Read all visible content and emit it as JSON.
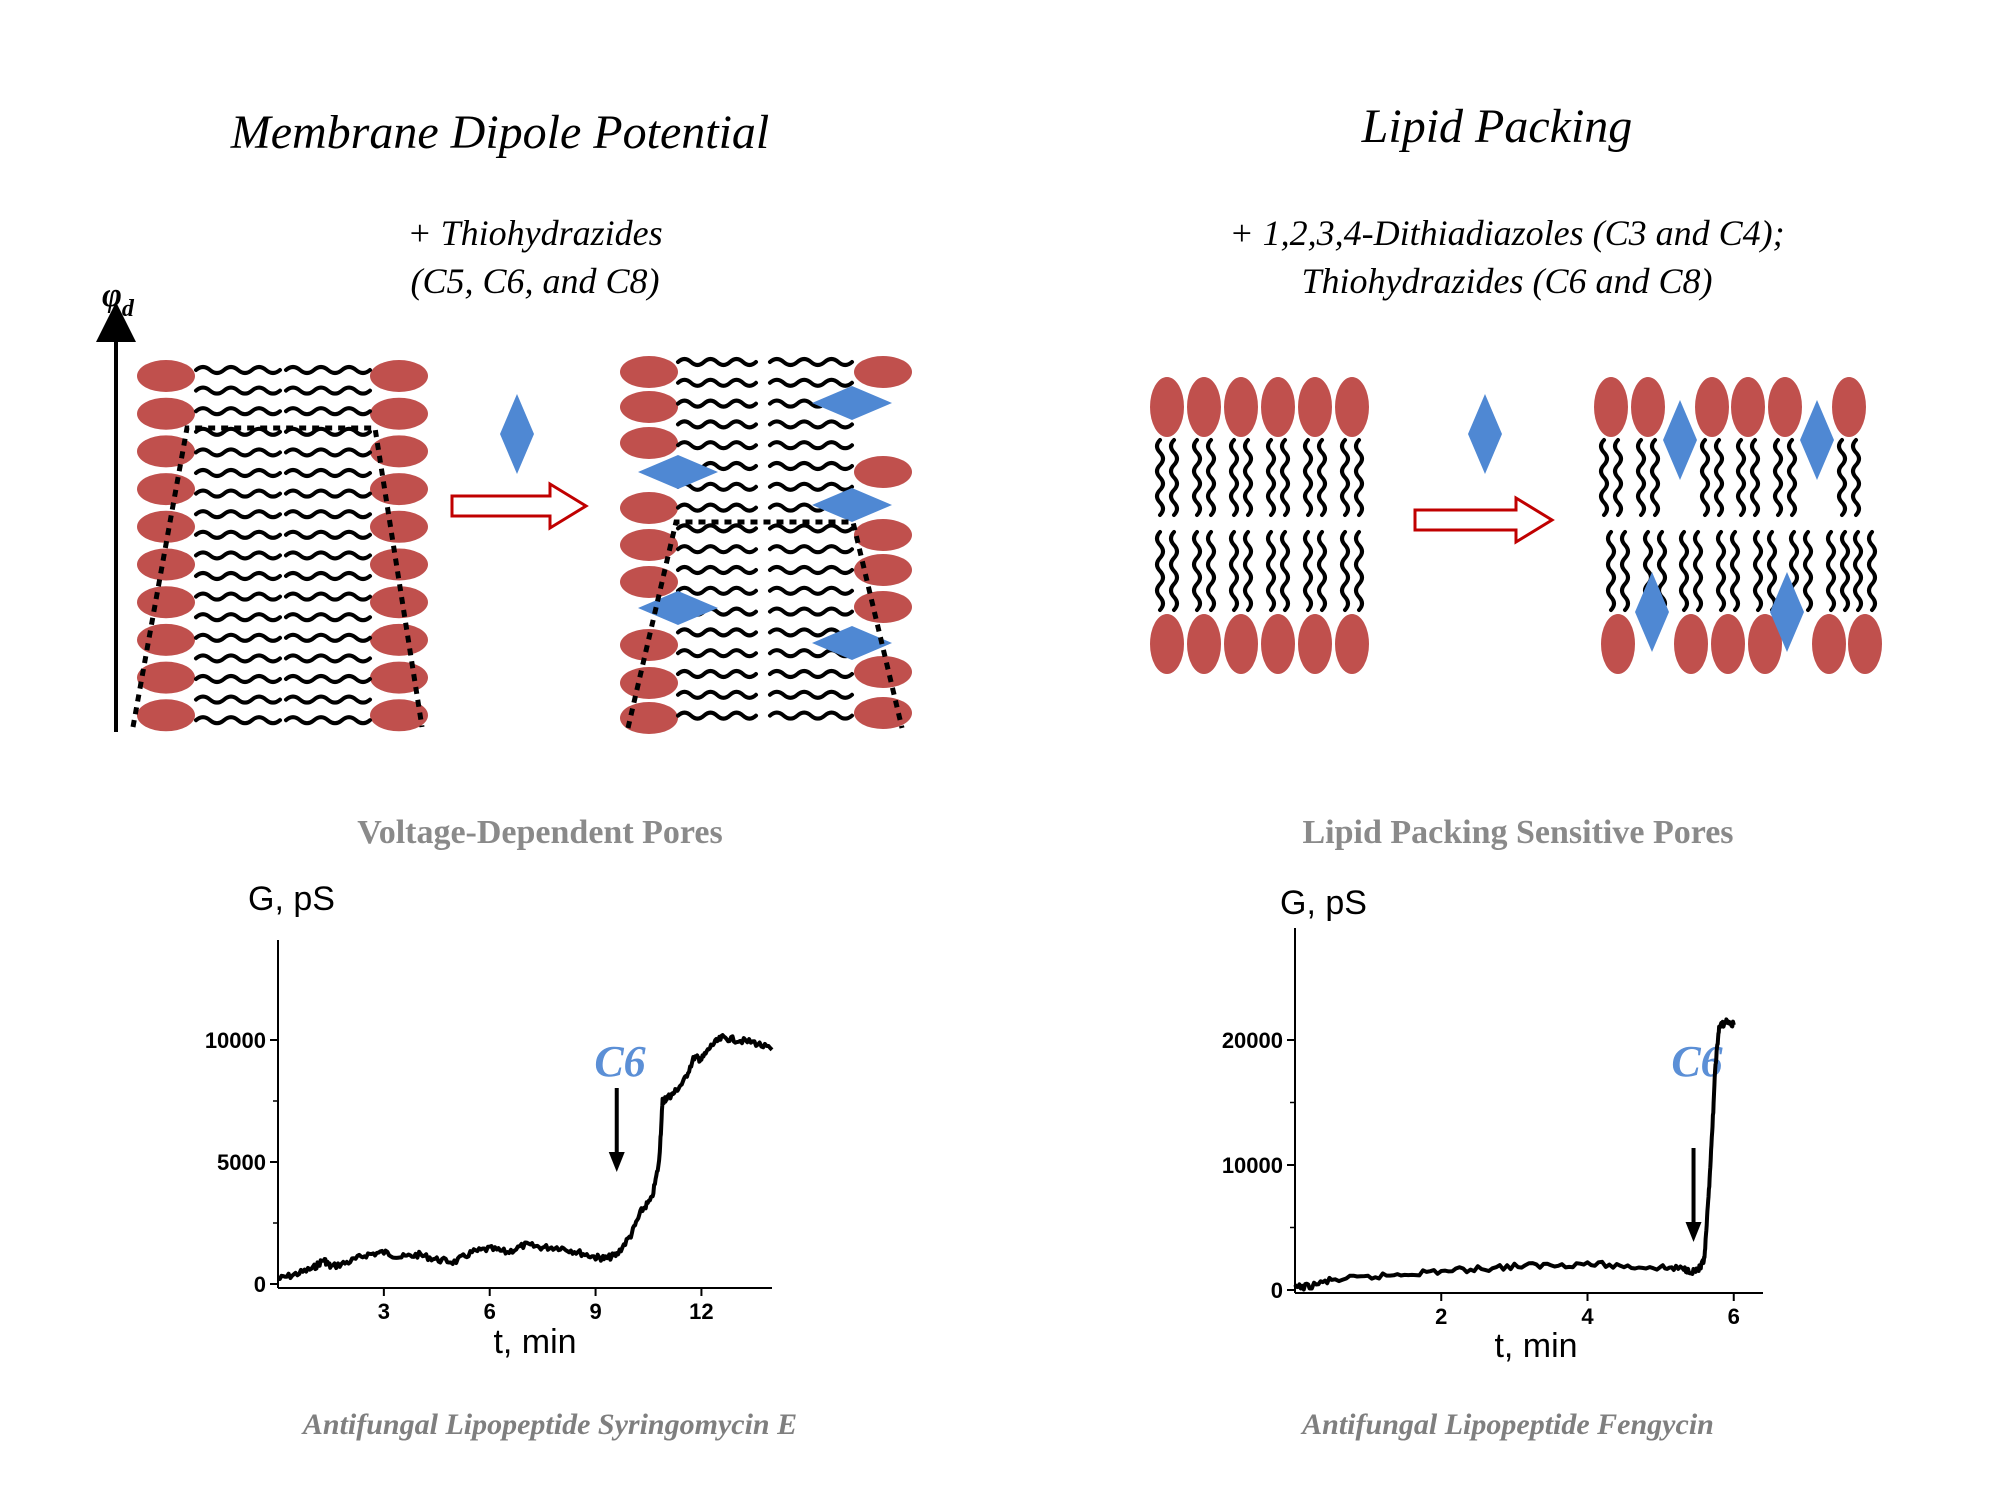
{
  "colors": {
    "headgroup": "#c0504d",
    "molecule": "#4f88d3",
    "arrow": "#c00000",
    "tail": "#000000",
    "caption_gray": "#7f7f7f",
    "c6_label": "#5b8fd6"
  },
  "left_panel": {
    "title": "Membrane Dipole Potential",
    "subtitle_line1": "+ Thiohydrazides",
    "subtitle_line2": "(C5, C6, and C8)",
    "axis_symbol": "φ",
    "axis_subscript": "d",
    "graph_title": "Voltage-Dependent Pores",
    "caption": "Antifungal Lipopeptide Syringomycin E"
  },
  "right_panel": {
    "title": "Lipid Packing",
    "subtitle_line1": "+ 1,2,3,4-Dithiadiazoles (C3 and C4);",
    "subtitle_line2": "Thiohydrazides (C6 and C8)",
    "graph_title": "Lipid Packing Sensitive Pores",
    "caption": "Antifungal Lipopeptide Fengycin"
  },
  "chart_data": [
    {
      "type": "line",
      "ylabel": "G, pS",
      "xlabel": "t, min",
      "xlim": [
        0,
        14
      ],
      "ylim": [
        0,
        10000
      ],
      "xticks": [
        3,
        6,
        9,
        12
      ],
      "yticks": [
        0,
        5000,
        10000
      ],
      "annotation": {
        "label": "C6",
        "x": 9.6
      },
      "series": [
        {
          "x": [
            0,
            0.5,
            1,
            1.3,
            1.5,
            2,
            2.5,
            3,
            3.5,
            4,
            4.5,
            5,
            5.5,
            6,
            6.5,
            7,
            7.5,
            8,
            8.5,
            9,
            9.3,
            9.6,
            10,
            10.3,
            10.6,
            10.8,
            10.9,
            11,
            11.2,
            11.5,
            11.8,
            12,
            12.3,
            12.6,
            13,
            13.5,
            14
          ],
          "y": [
            200,
            400,
            650,
            1000,
            700,
            900,
            1200,
            1300,
            1100,
            1200,
            1000,
            900,
            1300,
            1450,
            1300,
            1600,
            1500,
            1500,
            1300,
            1100,
            1050,
            1200,
            2000,
            3000,
            3500,
            5000,
            7500,
            7600,
            7800,
            8300,
            9300,
            9200,
            9800,
            10100,
            10000,
            9900,
            9600
          ]
        }
      ]
    },
    {
      "type": "line",
      "ylabel": "G, pS",
      "xlabel": "t, min",
      "xlim": [
        0,
        6.4
      ],
      "ylim": [
        0,
        20000
      ],
      "xticks": [
        2,
        4,
        6
      ],
      "yticks": [
        0,
        10000,
        20000
      ],
      "annotation": {
        "label": "C6",
        "x": 5.45
      },
      "series": [
        {
          "x": [
            0,
            0.2,
            0.5,
            1,
            1.5,
            2,
            2.5,
            3,
            3.5,
            4,
            4.5,
            5,
            5.3,
            5.45,
            5.55,
            5.6,
            5.65,
            5.7,
            5.75,
            5.8,
            5.9,
            6
          ],
          "y": [
            200,
            300,
            800,
            1000,
            1300,
            1500,
            1700,
            1900,
            2000,
            2100,
            1900,
            1800,
            1700,
            1500,
            1800,
            2500,
            7000,
            12000,
            18000,
            21000,
            21500,
            21200
          ]
        }
      ]
    }
  ]
}
